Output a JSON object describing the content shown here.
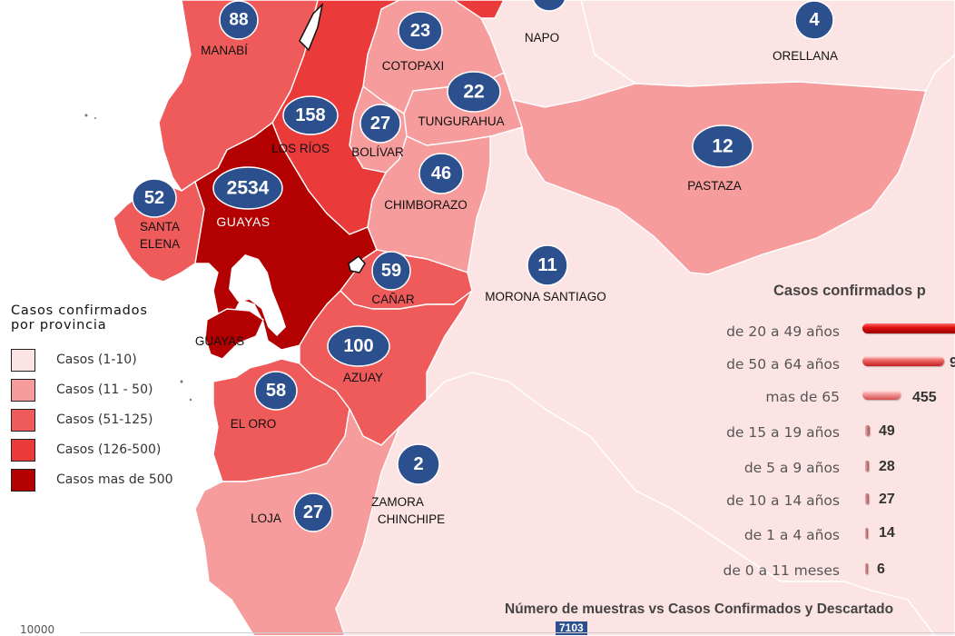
{
  "provinces": [
    {
      "id": "manabi",
      "name": "MANABÍ",
      "cases": "88",
      "category": 3
    },
    {
      "id": "cotopaxi",
      "name": "COTOPAXI",
      "cases": "23",
      "category": 2
    },
    {
      "id": "napo",
      "name": "NAPO",
      "cases": "",
      "category": 1
    },
    {
      "id": "orellana",
      "name": "ORELLANA",
      "cases": "4",
      "category": 1
    },
    {
      "id": "tungurahua",
      "name": "TUNGURAHUA",
      "cases": "22",
      "category": 2
    },
    {
      "id": "los_rios",
      "name": "LOS RÍOS",
      "cases": "158",
      "category": 4
    },
    {
      "id": "bolivar",
      "name": "BOLÍVAR",
      "cases": "27",
      "category": 2
    },
    {
      "id": "pastaza",
      "name": "PASTAZA",
      "cases": "12",
      "category": 2
    },
    {
      "id": "chimborazo",
      "name": "CHIMBORAZO",
      "cases": "46",
      "category": 2
    },
    {
      "id": "santa_elena",
      "name": "SANTA\nELENA",
      "cases": "52",
      "category": 3
    },
    {
      "id": "guayas",
      "name": "GUAYAS",
      "cases": "2534",
      "category": 5
    },
    {
      "id": "morona_santiago",
      "name": "MORONA SANTIAGO",
      "cases": "11",
      "category": 1
    },
    {
      "id": "canar",
      "name": "CAÑAR",
      "cases": "59",
      "category": 3
    },
    {
      "id": "azuay",
      "name": "AZUAY",
      "cases": "100",
      "category": 3
    },
    {
      "id": "el_oro",
      "name": "EL ORO",
      "cases": "58",
      "category": 3
    },
    {
      "id": "loja",
      "name": "LOJA",
      "cases": "27",
      "category": 2
    },
    {
      "id": "zamora_chinchipe",
      "name": "ZAMORA\nCHINCHIPE",
      "cases": "2",
      "category": 1
    }
  ],
  "guayas_island_label": "GUAYAS",
  "legend": {
    "title_line1": "Casos confirmados",
    "title_line2": "por provincia",
    "items": [
      {
        "label": "Casos (1-10)",
        "color": "#fde4e4"
      },
      {
        "label": "Casos (11 - 50)",
        "color": "#f79c9c"
      },
      {
        "label": "Casos (51-125)",
        "color": "#ef5a5a"
      },
      {
        "label": "Casos (126-500)",
        "color": "#eb3a3a"
      },
      {
        "label": "Casos mas de 500",
        "color": "#b30000"
      }
    ]
  },
  "age_chart": {
    "title": "Casos confirmados p",
    "rows": [
      {
        "label": "de 20 a 49 años",
        "value": ""
      },
      {
        "label": "de 50 a 64 años",
        "value": "9"
      },
      {
        "label": "mas de 65",
        "value": "455"
      },
      {
        "label": "de 15 a 19 años",
        "value": "49"
      },
      {
        "label": "de 5 a 9 años",
        "value": "28"
      },
      {
        "label": "de 10 a 14 años",
        "value": "27"
      },
      {
        "label": "de 1 a 4 años",
        "value": "14"
      },
      {
        "label": "de 0 a 11 meses",
        "value": "6"
      }
    ]
  },
  "bottom_chart": {
    "title": "Número de muestras vs Casos Confirmados y Descartado",
    "badge": "7103",
    "axis_label": "10000"
  },
  "colors": {
    "cat1": "#fde4e4",
    "cat2": "#f79c9c",
    "cat3": "#ef5a5a",
    "cat4": "#eb3a3a",
    "cat5": "#b30000",
    "bubble": "#2c4f8e"
  }
}
